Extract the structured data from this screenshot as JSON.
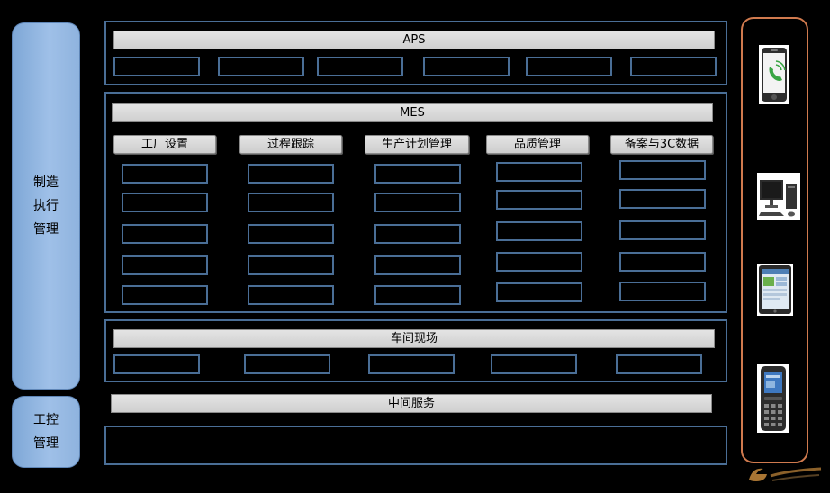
{
  "left_categories": {
    "manufacturing_exec": "制造执行管理",
    "industrial_control": "工控管理"
  },
  "aps": {
    "title": "APS",
    "slot_count": 6
  },
  "mes": {
    "title": "MES",
    "columns": [
      {
        "label": "工厂设置",
        "rows": 5
      },
      {
        "label": "过程跟踪",
        "rows": 5
      },
      {
        "label": "生产计划管理",
        "rows": 5
      },
      {
        "label": "品质管理",
        "rows": 5
      },
      {
        "label": "备案与3C数据",
        "rows": 5
      }
    ]
  },
  "shop_floor": {
    "title": "车间现场",
    "slot_count": 5
  },
  "middleware": {
    "title": "中间服务"
  },
  "devices": [
    {
      "icon": "smartphone-icon"
    },
    {
      "icon": "desktop-computer-icon"
    },
    {
      "icon": "tablet-icon"
    },
    {
      "icon": "handheld-scanner-icon"
    }
  ],
  "colors": {
    "background": "#000000",
    "panel_border": "#4a6e96",
    "category_fill": "#9fc0e8",
    "device_border": "#d07a4e",
    "bar_fill": "#d9d9d9"
  }
}
